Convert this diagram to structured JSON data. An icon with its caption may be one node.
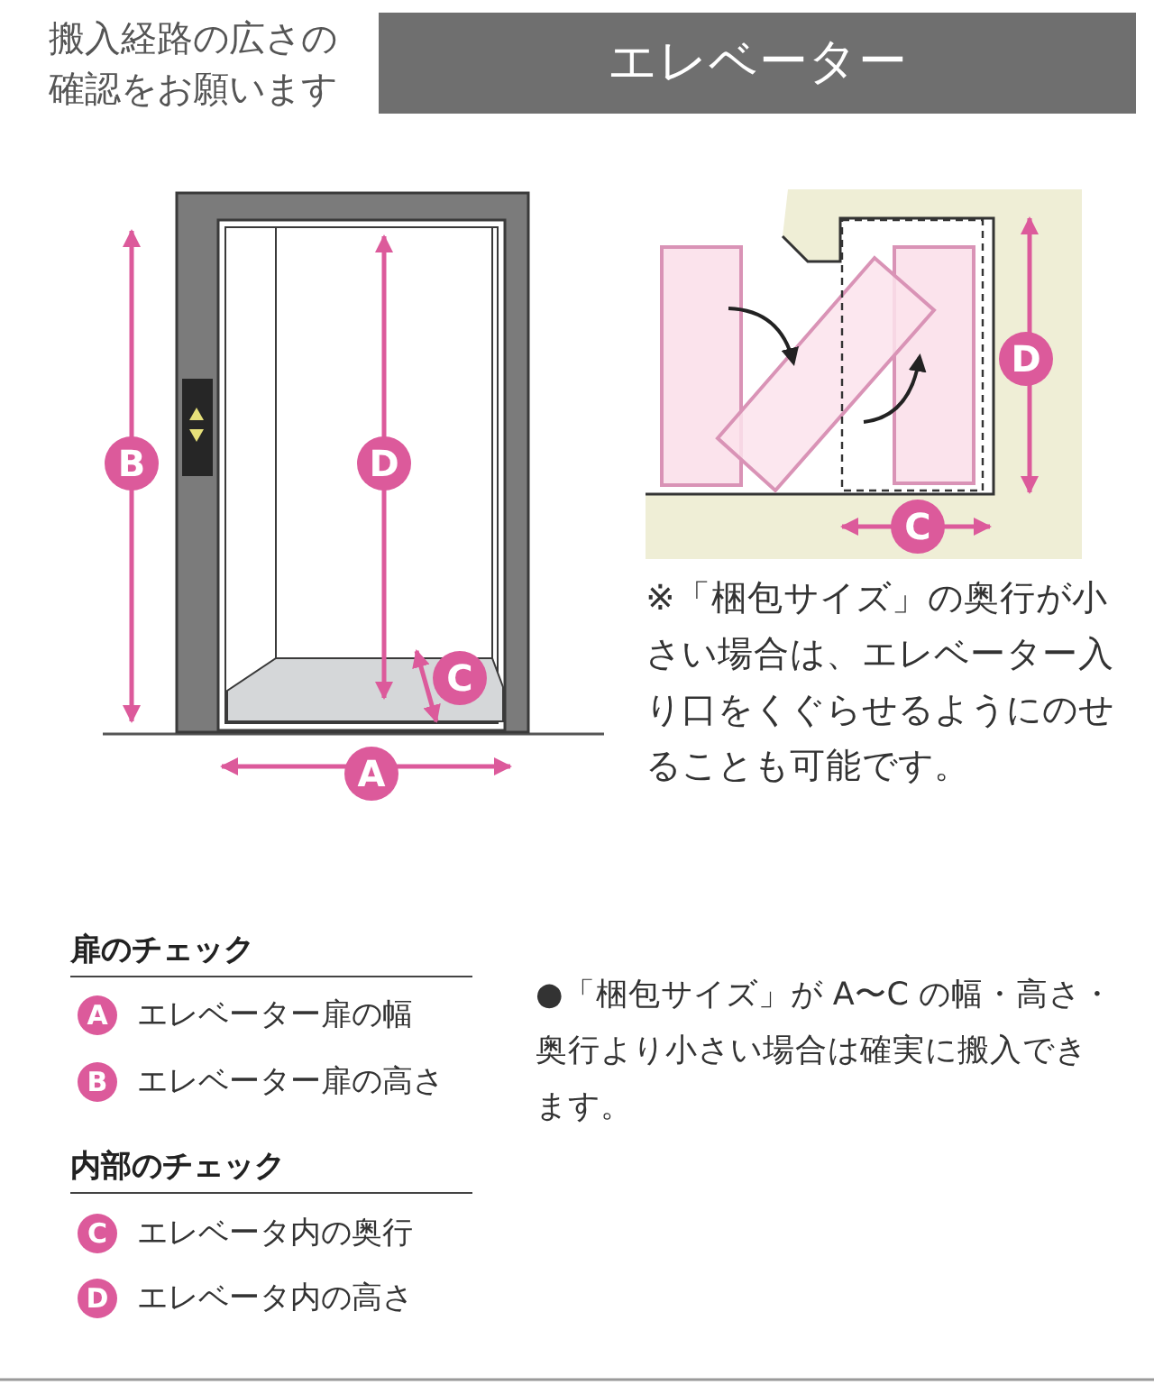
{
  "diagram": {
    "title": "エレベーター",
    "labels": [
      "搬入経路の広さの確認をお願います",
      "B",
      "D",
      "C",
      "A",
      "D",
      "C",
      "※「梱包サイズ」の奥行が小さい場合は、エレベーター入り口をくぐらせるようにのせることも可能です。",
      "扉のチェック",
      "A",
      "エレベーター扉の幅",
      "B",
      "エレベーター扉の高さ",
      "内部のチェック",
      "C",
      "エレベータ内の奥行",
      "D",
      "エレベータ内の高さ",
      "●「梱包サイズ」が A〜C の幅・高さ・奥行より小さい場合は確実に搬入できます。"
    ]
  }
}
